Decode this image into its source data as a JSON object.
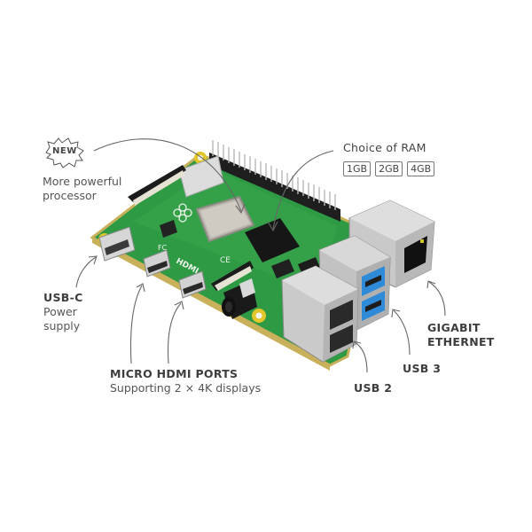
{
  "annotations": {
    "new_processor": {
      "badge": "NEW",
      "line1": "More powerful",
      "line2": "processor"
    },
    "ram": {
      "title": "Choice of RAM",
      "options": [
        "1GB",
        "2GB",
        "4GB"
      ]
    },
    "usb_c": {
      "title": "USB-C",
      "line1": "Power",
      "line2": "supply"
    },
    "micro_hdmi": {
      "title": "MICRO HDMI PORTS",
      "subtitle": "Supporting 2 × 4K displays"
    },
    "gigabit_ethernet": {
      "line1": "GIGABIT",
      "line2": "ETHERNET"
    },
    "usb3": {
      "title": "USB 3"
    },
    "usb2": {
      "title": "USB 2"
    }
  },
  "board": {
    "pcb_color": "#2f9a44",
    "pcb_edge_color": "#c8b15a",
    "mount_hole_color": "#e3c62a",
    "usb3_blue": "#2f8ad8",
    "metal_color": "#cfcfcf",
    "silkscreen": [
      "HDMI",
      "FC",
      "CE"
    ]
  }
}
